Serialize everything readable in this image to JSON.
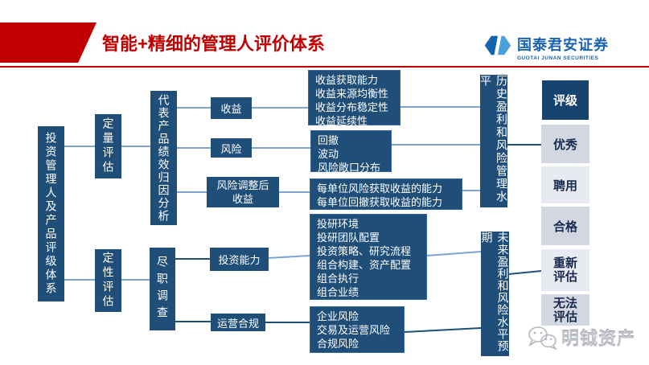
{
  "header": {
    "title": "智能+精细的管理人评价体系",
    "logo_cn": "国泰君安证券",
    "logo_en": "GUOTAI JUNAN SECURITIES"
  },
  "tree": {
    "root": "投资管理人及产品评级体系",
    "quant": "定量评估",
    "rep_analysis": "代表产品绩效归因分析",
    "qualitative": "定性评估",
    "due_diligence": "尽职调查",
    "income": "收益",
    "risk": "风险",
    "risk_adjusted": "风险调整后收益",
    "invest_ability": "投资能力",
    "ops_compliance": "运营合规",
    "hist_level": "历史盈利和风险管理水平",
    "future_level": "未来盈利和风险水平预期",
    "income_details": [
      "收益获取能力",
      "收益来源均衡性",
      "收益分布稳定性",
      "收益延续性"
    ],
    "risk_details": [
      "回撤",
      "波动",
      "风险敞口分布"
    ],
    "risk_adjusted_details": [
      "每单位风险获取收益的能力",
      "每单位回撤获取收益的能力"
    ],
    "invest_details": [
      "投研环境",
      "投研团队配置",
      "投资策略、研究流程",
      "组合构建、资产配置",
      "组合执行",
      "组合业绩"
    ],
    "ops_details": [
      "企业风险",
      "交易及运营风险",
      "合规风险"
    ]
  },
  "rating": {
    "header": "评级",
    "rows": [
      "优秀",
      "聘用",
      "合格",
      "重新评估",
      "无法评估"
    ]
  },
  "watermark": "明钺资产",
  "colors": {
    "accent_red": "#C00000",
    "box_blue": "#1F4E79",
    "line_light_blue": "#7DA3D3",
    "line_dark_blue": "#1F4E79",
    "rating_gray_dark": "#D3D7E1",
    "rating_gray_light": "#E8EAF1",
    "logo_blue": "#1A63B0"
  }
}
